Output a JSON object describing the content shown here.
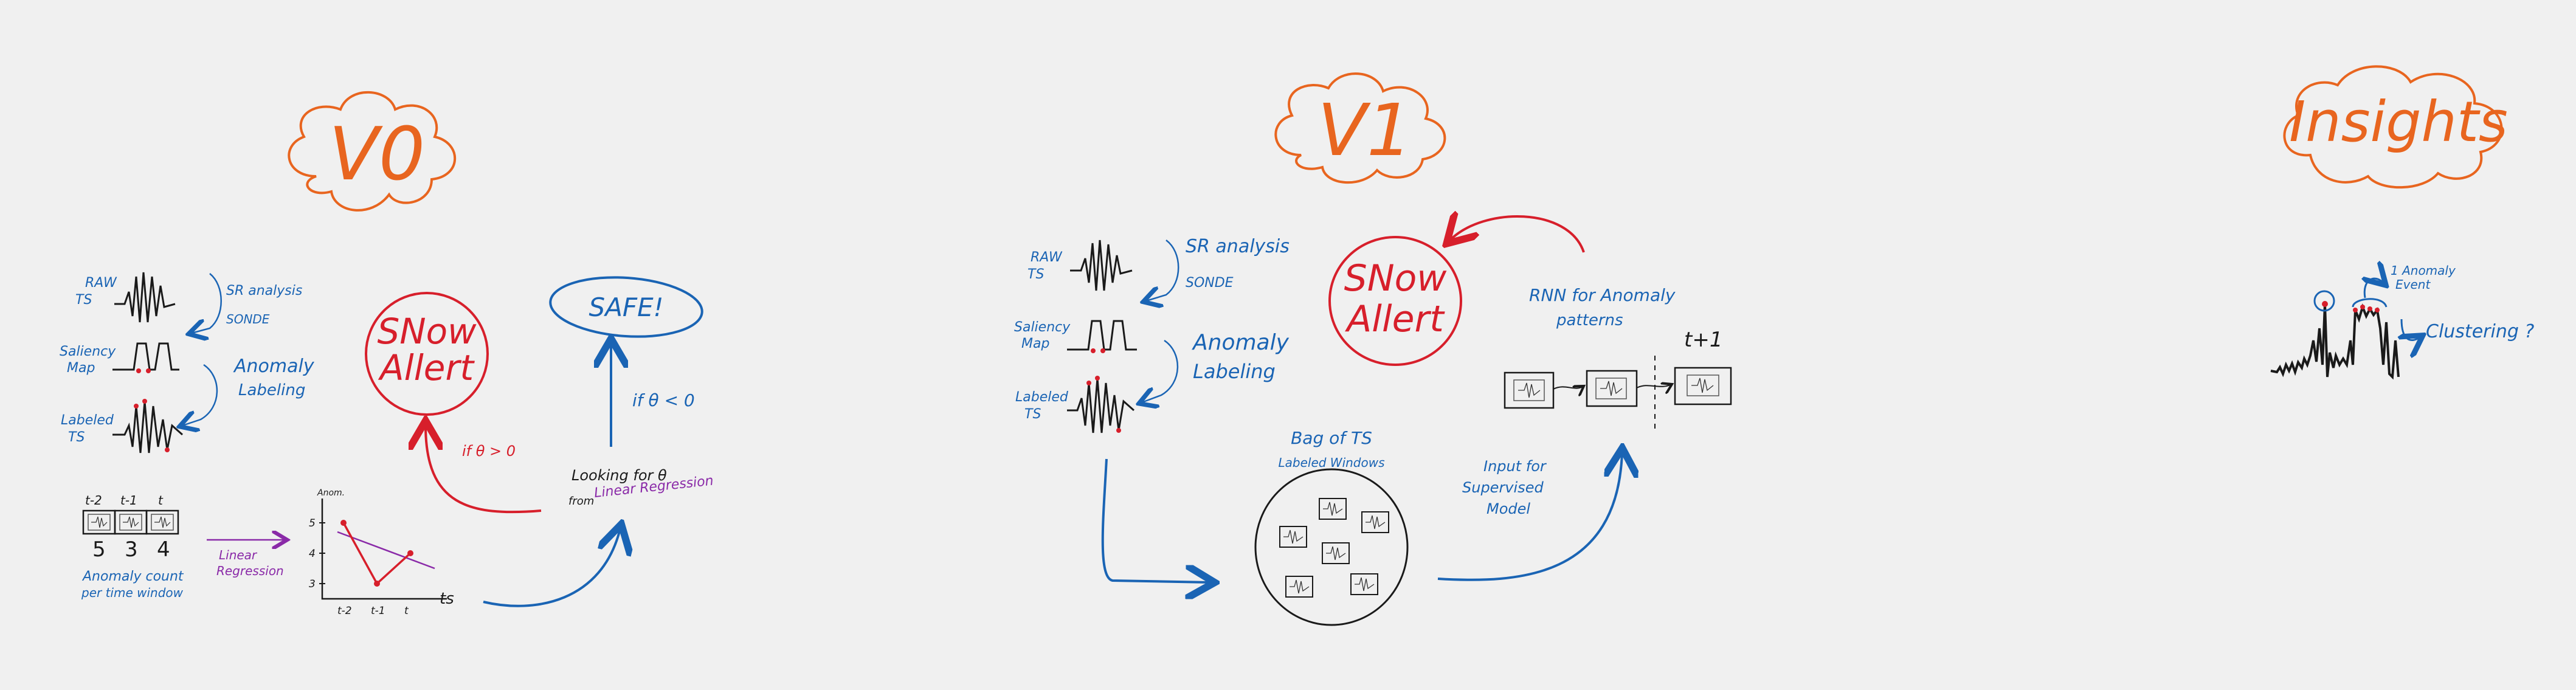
{
  "colors": {
    "background": "#f0f0f0",
    "orange": "#e8651f",
    "blue": "#1a64b4",
    "red": "#d71f2b",
    "purple": "#8a2aa8",
    "black": "#1a1a1a"
  },
  "v0": {
    "title": "V0",
    "raw_ts": [
      "RAW",
      "TS"
    ],
    "sr_analysis": [
      "SR analysis",
      "SONDE"
    ],
    "saliency_map": [
      "Saliency",
      "Map"
    ],
    "anomaly_labeling": [
      "Anomaly",
      "Labeling"
    ],
    "labeled_ts": [
      "Labeled",
      "TS"
    ],
    "snow_alert": [
      "SNow",
      "Allert"
    ],
    "safe": "SAFE!",
    "condition_gt": "if θ > 0",
    "condition_lt": "if θ < 0",
    "looking_for": [
      "Looking for θ",
      "from"
    ],
    "linear_regression_inline": "Linear Regression",
    "time_labels": [
      "t-2",
      "t-1",
      "t"
    ],
    "counts": [
      "5",
      "3",
      "4"
    ],
    "anomaly_count_caption": [
      "Anomaly count",
      "per time window"
    ],
    "linear_regression_label": [
      "Linear",
      "Regression"
    ],
    "plot": {
      "ylabel": "Anom.",
      "xlabel": "ts",
      "yticks": [
        "5",
        "4",
        "3"
      ],
      "xticks": [
        "t-2",
        "t-1",
        "t"
      ]
    }
  },
  "v1": {
    "title": "V1",
    "raw_ts": [
      "RAW",
      "TS"
    ],
    "sr_analysis": [
      "SR analysis",
      "SONDE"
    ],
    "saliency_map": [
      "Saliency",
      "Map"
    ],
    "anomaly_labeling": [
      "Anomaly",
      "Labeling"
    ],
    "labeled_ts": [
      "Labeled",
      "TS"
    ],
    "snow_alert": [
      "SNow",
      "Allert"
    ],
    "rnn": [
      "RNN for Anomaly",
      "patterns"
    ],
    "t_plus_1": "t+1",
    "bag": [
      "Bag of TS",
      "Labeled Windows"
    ],
    "input_for": [
      "Input for",
      "Supervised",
      "Model"
    ]
  },
  "insights": {
    "title": "Insights",
    "one_anomaly": [
      "1 Anomaly",
      "Event"
    ],
    "clustering": "Clustering ?"
  },
  "chart_data": {
    "type": "line",
    "title": "",
    "xlabel": "ts",
    "ylabel": "Anom.",
    "categories": [
      "t-2",
      "t-1",
      "t"
    ],
    "series": [
      {
        "values": [
          5,
          3,
          4
        ]
      }
    ],
    "ylim": [
      2.5,
      5.5
    ],
    "trend_line": "Linear Regression"
  }
}
